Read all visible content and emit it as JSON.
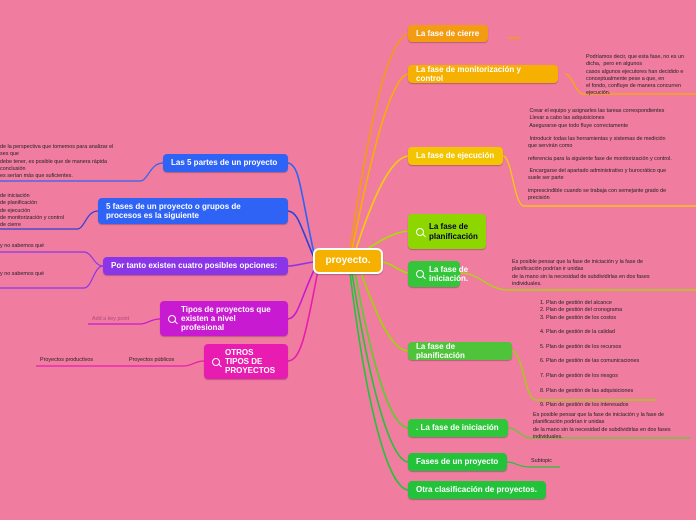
{
  "central": "proyecto.",
  "right": {
    "cierre": "La fase de cierre",
    "monitorizacion": "La fase de monitorización y control",
    "monitorizacion_note": "Podríamos decir, que esta fase, no es un\ndicha,  pero en algunos\ncasos algunos ejecutores han decidido e\nconceptualmente pese a que, en\nel fondo, confluye de manera concurren\nejecución.",
    "ejecucion": "La fase de ejecución",
    "ejecucion_notes": [
      " Crear el equipo y asignarles las tareas correspondientes\n Llevar a cabo las adquisiciones\n Asegurarse que todo fluye correctamente",
      " Introducir todas las herramientas y sistemas de medición\nque servirán como",
      "referencia para la siguiente fase de monitorización y control.",
      " Encargarse del apartado administrativo y burocrático que\nsuele ser parte",
      "imprescindible cuando se trabaja con semejante grado de\nprecisión"
    ],
    "planificacion_icon": "La fase de planificación",
    "iniciacion_icon": "La fase de iniciación.",
    "iniciacion_note": "Es posible pensar que la fase de iniciación y la fase de\nplanificación podrían ir unidas\nde la mano sin la necesidad de subdividirlas en dos fases\nindividuales.",
    "planificacion": "La fase de planificación",
    "planes": "1. Plan de gestión del alcance\n2. Plan de gestión del cronograma\n3. Plan de gestión de los costos\n\n4. Plan de gestión de la calidad\n\n5. Plan de gestión de los recursos\n\n6. Plan de gestión de las comunicaciones\n\n7. Plan de gestión de los riesgos\n\n8. Plan de gestión de las adquisiciones\n\n9. Plan de gestión de los interesados",
    "iniciacion2": ". La fase de iniciación",
    "iniciacion2_note": "Es posible pensar que la fase de iniciación y la fase de\nplanificación podrían ir unidas\nde la mano sin la necesidad de subdividirlas en dos fases\nindividuales.",
    "fases": "Fases de un proyecto",
    "subtopic": "Subtopic",
    "otra": "Otra clasificación de proyectos."
  },
  "left": {
    "cinco_partes": "Las 5 partes de un proyecto",
    "cinco_partes_note": "de la perspectiva que tomemos para analizar el\nses que\ndebe tener, es posible que de manera rápida\nconclusión\nes serían más que suficientes.",
    "cinco_fases": "5 fases de un proyecto o grupos de\nprocesos es la siguiente",
    "cinco_fases_note": "de iniciación\nde planificación\nde ejecución\nde monitorización y control\nde cierre",
    "opciones": "Por tanto existen cuatro posibles opciones:",
    "opcion1": "y no sabemos qué",
    "opcion2": "y no sabemos qué",
    "tipos": "Tipos de proyectos que\nexisten a nivel\nprofesional",
    "add_key": "Add a key point",
    "otros": "OTROS\nTIPOS DE\nPROYECTOS",
    "publicos": "Proyectos públicos",
    "productivos": "Proyectos productivos"
  }
}
